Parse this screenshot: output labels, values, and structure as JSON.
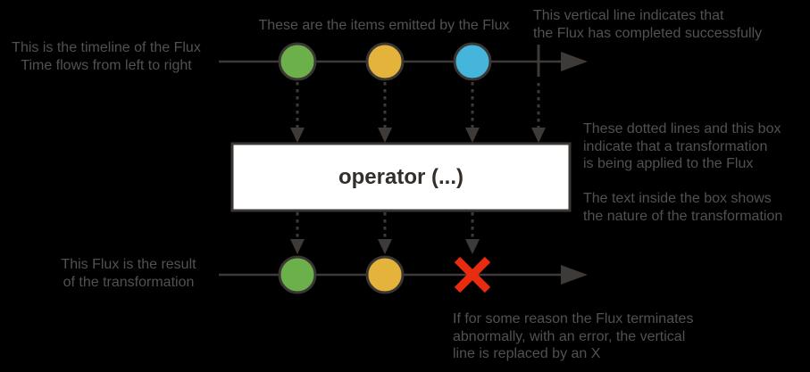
{
  "colors": {
    "background": "#000000",
    "annotation_text": "#545052",
    "line": "#3e3a38",
    "circle_border": "#3a3633",
    "item_green": "#6cb04c",
    "item_yellow": "#e3b33c",
    "item_blue": "#45b5dc",
    "error_red": "#e92c10",
    "operator_box_fill": "#ffffff",
    "operator_box_border": "#3b3836",
    "operator_text": "#332e2a"
  },
  "annotations": {
    "timeline_note": "This is the timeline of the Flux\nTime flows from left to right",
    "items_note": "These are the items emitted by the Flux",
    "complete_note": "This vertical line indicates that\nthe Flux has completed successfully",
    "transform_note": "These dotted lines and this box\nindicate that a transformation\nis being applied to the Flux",
    "box_text_note": "The text inside the box shows\nthe nature of the transformation",
    "result_note": "This Flux is the result\nof the transformation",
    "error_note": "If for some reason the Flux terminates\nabnormally, with an error, the vertical\nline is replaced by an X"
  },
  "operator": {
    "label": "operator (...)"
  },
  "source_flux": {
    "items": [
      "green",
      "yellow",
      "blue"
    ],
    "terminal": "complete"
  },
  "result_flux": {
    "items": [
      "green",
      "yellow"
    ],
    "terminal": "error"
  }
}
